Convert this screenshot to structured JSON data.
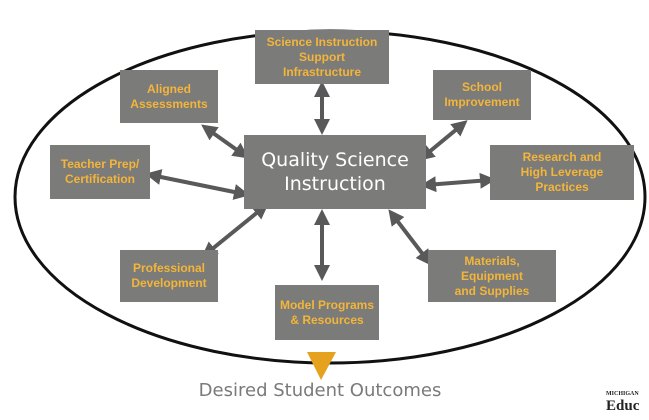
{
  "diagram": {
    "center": "Quality Science\nInstruction",
    "nodes": {
      "science_support": "Science Instruction\nSupport Infrastructure",
      "aligned_assessments": "Aligned\nAssessments",
      "school_improvement": "School\nImprovement",
      "teacher_prep": "Teacher Prep/\nCertification",
      "research": "Research and\nHigh Leverage Practices",
      "professional_development": "Professional\nDevelopment",
      "materials": "Materials, Equipment\nand Supplies",
      "model_programs": "Model Programs\n& Resources"
    },
    "outcome": "Desired Student Outcomes"
  },
  "logo": {
    "line1": "MICHIGAN",
    "line2": "Educ"
  },
  "colors": {
    "box_fill": "#7b7b79",
    "box_text": "#f3b53a",
    "center_text": "#ffffff",
    "arrow": "#595959",
    "outcome_arrow": "#e5a21e"
  }
}
